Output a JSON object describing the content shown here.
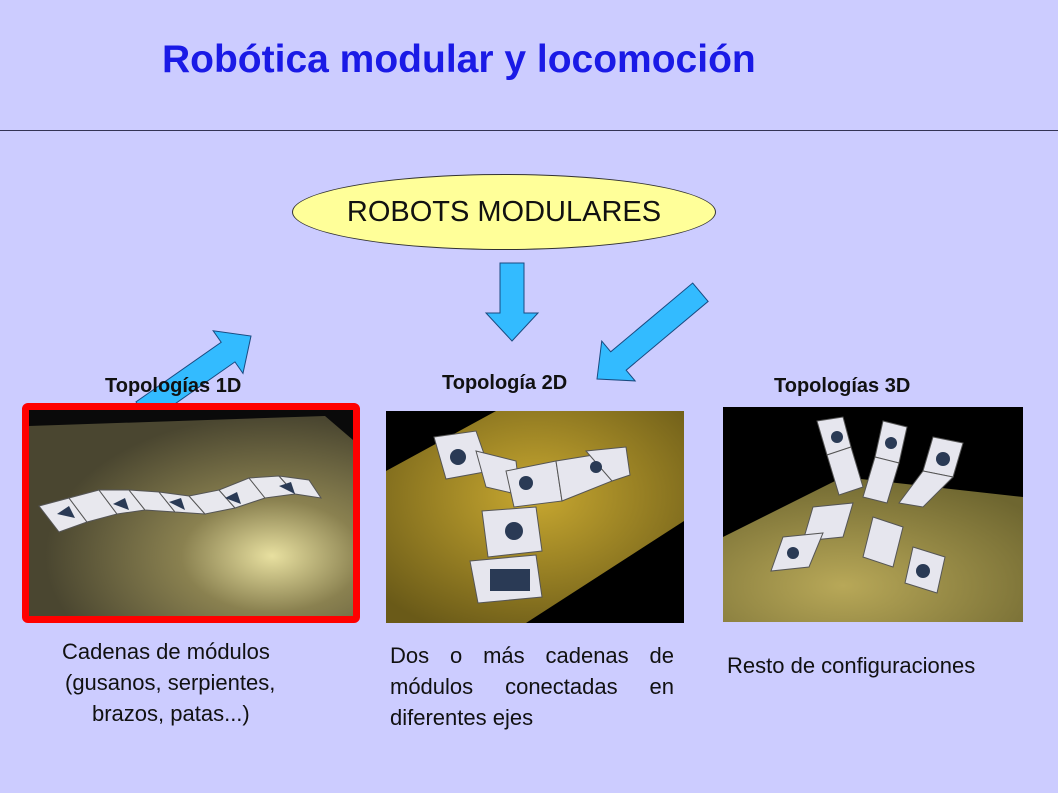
{
  "header": {
    "title": "Robótica modular y locomoción"
  },
  "root": {
    "label": "ROBOTS MODULARES"
  },
  "colors": {
    "arrow_fill": "#33bbff",
    "highlight_border": "#ff0000",
    "title": "#1a1ae6",
    "root_fill": "#ffff99"
  },
  "columns": [
    {
      "heading": "Topologías 1D",
      "image_icon": "worm-robot-image",
      "lines": [
        "Cadenas de módulos",
        "(gusanos, serpientes,",
        "brazos, patas...)"
      ]
    },
    {
      "heading": "Topología 2D",
      "image_icon": "tripod-robot-image",
      "lines": [
        "Dos o más cadenas de",
        "módulos conectadas en",
        "diferentes ejes"
      ]
    },
    {
      "heading": "Topologías 3D",
      "image_icon": "star-robot-image",
      "lines": [
        "Resto de configuraciones"
      ]
    }
  ]
}
